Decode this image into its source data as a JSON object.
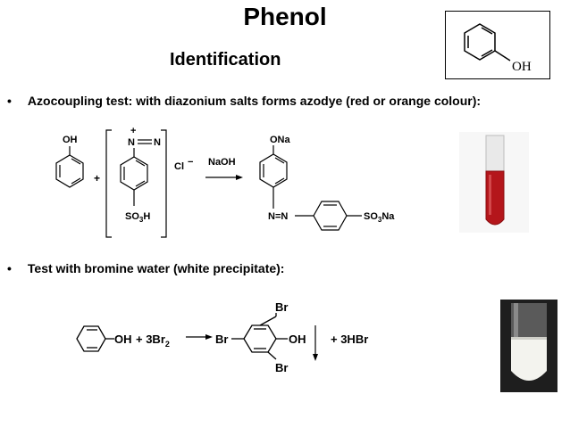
{
  "slide": {
    "title": "Phenol",
    "subtitle": "Identification"
  },
  "phenol_structure": {
    "oh_label": "OH"
  },
  "bullets": [
    {
      "symbol": "•",
      "text": "Azocoupling test: with diazonium salts forms azodye (red or orange colour):"
    },
    {
      "symbol": "•",
      "text": "Test with bromine water (white precipitate):"
    }
  ],
  "azo_reaction": {
    "phenol_oh": "OH",
    "plus": "+",
    "diazo_charge": "+",
    "diazo_nn": "N",
    "diazo_nn2": "N",
    "so3h": "SO",
    "so3h_sub": "3",
    "so3h_h": "H",
    "chloride": "Cl",
    "chloride_charge": "−",
    "reagent": "NaOH",
    "product_ona": "ONa",
    "product_nn": "N=N",
    "product_so3na": "SO",
    "product_so3na_sub": "3",
    "product_so3na_na": "Na"
  },
  "bromine_reaction": {
    "phenol_oh": "OH",
    "reagent": "+ 3Br",
    "reagent_sub": "2",
    "br_top": "Br",
    "br_left": "Br",
    "br_bottom": "Br",
    "product_oh": "OH",
    "byproduct": "+ 3HBr"
  },
  "colors": {
    "red_solution": "#b4161b",
    "white_precipitate": "#f3f3ee",
    "tube_background": "#1e1e1e"
  }
}
